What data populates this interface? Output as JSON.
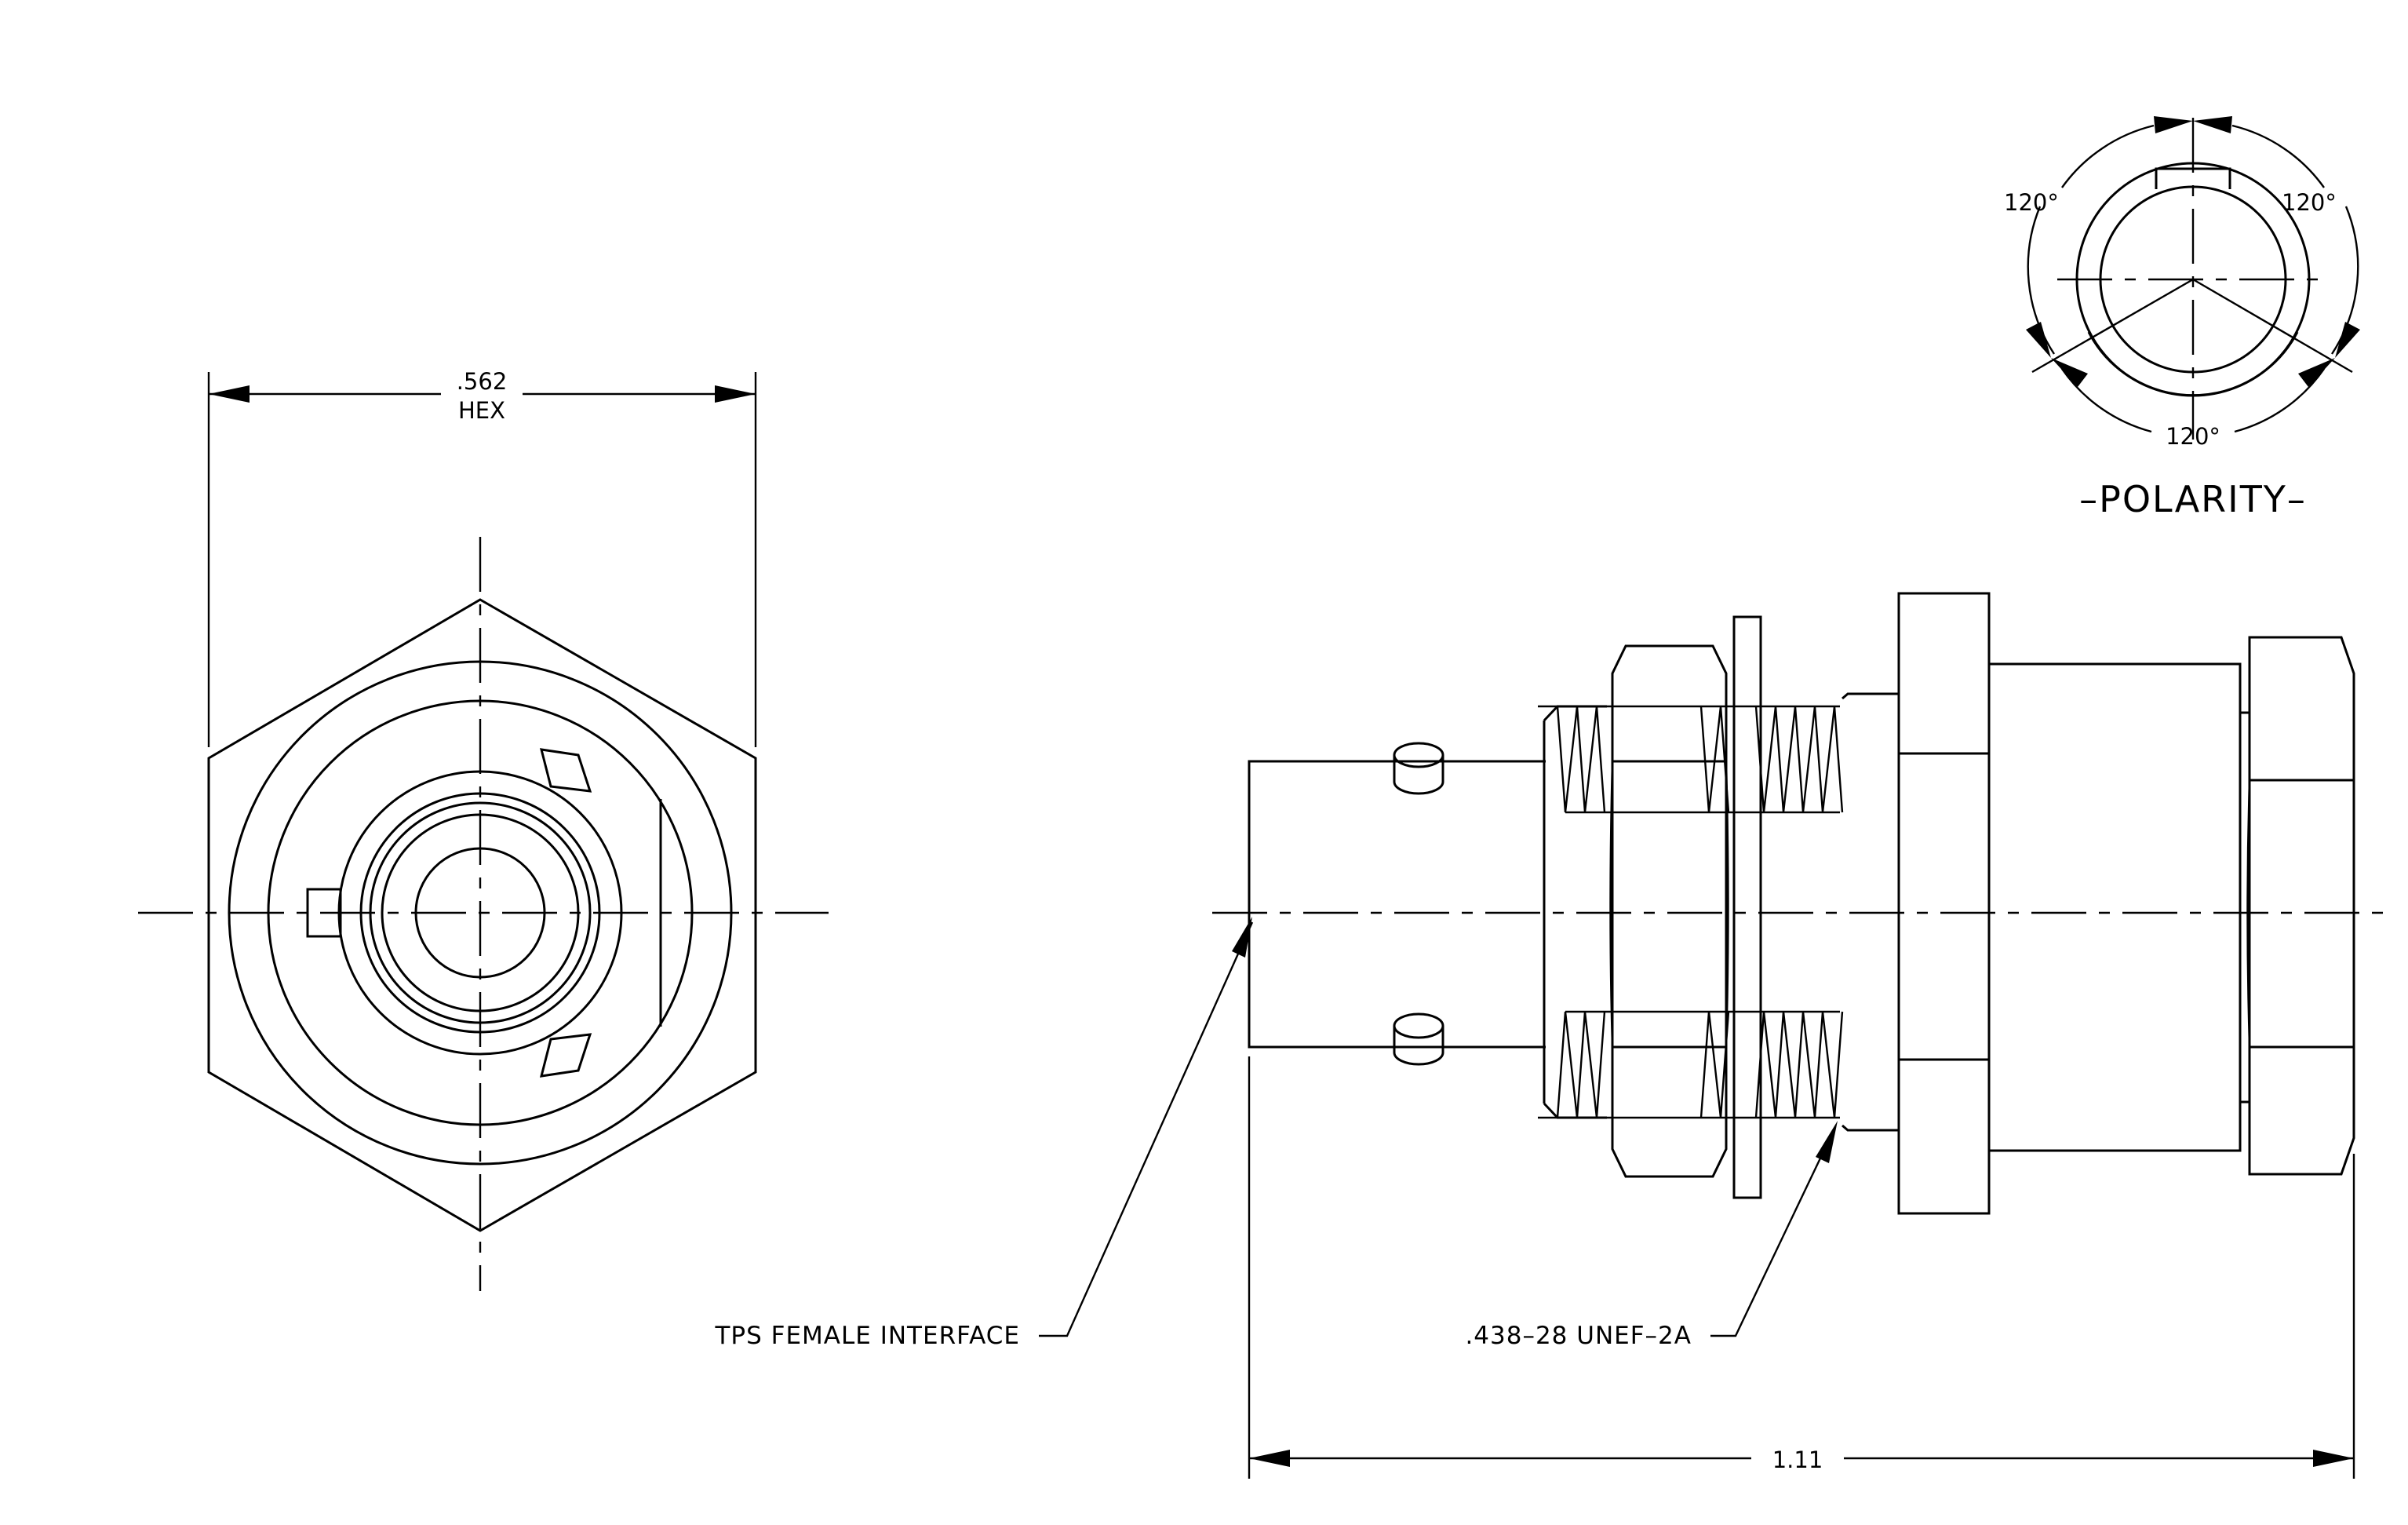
{
  "labels": {
    "hex_dim_value": ".562",
    "hex_dim_unit": "HEX",
    "angle_top_left": "120°",
    "angle_top_right": "120°",
    "angle_bottom": "120°",
    "polarity": "–POLARITY–",
    "interface_callout": "TPS FEMALE INTERFACE",
    "thread_callout": ".438–28 UNEF–2A",
    "length_dim": "1.11"
  }
}
